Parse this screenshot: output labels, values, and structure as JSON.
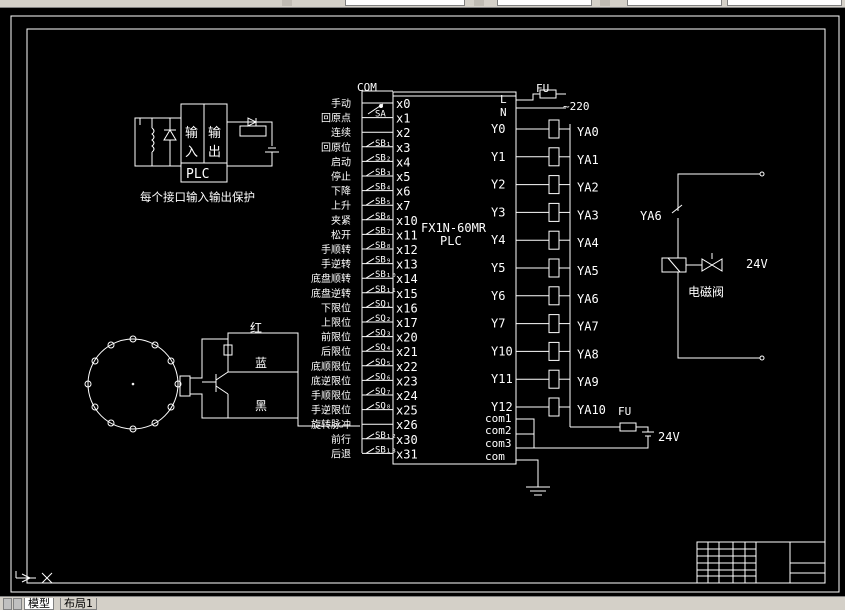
{
  "plc": {
    "model": "FX1N-60MR",
    "name": "PLC",
    "com_top": "COM",
    "fuse_top": "FU",
    "supply_l": "L",
    "supply_n": "N",
    "supply_voltage": "~220"
  },
  "inputs": [
    {
      "label": "手动",
      "contact": "",
      "terminal": "x0"
    },
    {
      "label": "回原点",
      "contact": "SA",
      "terminal": "x1"
    },
    {
      "label": "连续",
      "contact": "",
      "terminal": "x2"
    },
    {
      "label": "回原位",
      "contact": "SB₁",
      "terminal": "x3"
    },
    {
      "label": "启动",
      "contact": "SB₂",
      "terminal": "x4"
    },
    {
      "label": "停止",
      "contact": "SB₃",
      "terminal": "x5"
    },
    {
      "label": "下降",
      "contact": "SB₄",
      "terminal": "x6"
    },
    {
      "label": "上升",
      "contact": "SB₅",
      "terminal": "x7"
    },
    {
      "label": "夹紧",
      "contact": "SB₆",
      "terminal": "x10"
    },
    {
      "label": "松开",
      "contact": "SB₇",
      "terminal": "x11"
    },
    {
      "label": "手顺转",
      "contact": "SB₈",
      "terminal": "x12"
    },
    {
      "label": "手逆转",
      "contact": "SB₉",
      "terminal": "x13"
    },
    {
      "label": "底盘顺转",
      "contact": "SB₁₀",
      "terminal": "x14"
    },
    {
      "label": "底盘逆转",
      "contact": "SB₁₁",
      "terminal": "x15"
    },
    {
      "label": "下限位",
      "contact": "SQ₁",
      "terminal": "x16"
    },
    {
      "label": "上限位",
      "contact": "SQ₂",
      "terminal": "x17"
    },
    {
      "label": "前限位",
      "contact": "SQ₃",
      "terminal": "x20"
    },
    {
      "label": "后限位",
      "contact": "SQ₄",
      "terminal": "x21"
    },
    {
      "label": "底顺限位",
      "contact": "SQ₅",
      "terminal": "x22"
    },
    {
      "label": "底逆限位",
      "contact": "SQ₆",
      "terminal": "x23"
    },
    {
      "label": "手顺限位",
      "contact": "SQ₇",
      "terminal": "x24"
    },
    {
      "label": "手逆限位",
      "contact": "SQ₈",
      "terminal": "x25"
    },
    {
      "label": "旋转脉冲",
      "contact": "",
      "terminal": "x26"
    },
    {
      "label": "前行",
      "contact": "SB₁₂",
      "terminal": "x30"
    },
    {
      "label": "后退",
      "contact": "SB₁₃",
      "terminal": "x31"
    }
  ],
  "outputs": [
    {
      "terminal": "Y0",
      "coil": "YA0"
    },
    {
      "terminal": "Y1",
      "coil": "YA1"
    },
    {
      "terminal": "Y2",
      "coil": "YA2"
    },
    {
      "terminal": "Y3",
      "coil": "YA3"
    },
    {
      "terminal": "Y4",
      "coil": "YA4"
    },
    {
      "terminal": "Y5",
      "coil": "YA5"
    },
    {
      "terminal": "Y6",
      "coil": "YA6"
    },
    {
      "terminal": "Y7",
      "coil": "YA7"
    },
    {
      "terminal": "Y10",
      "coil": "YA8"
    },
    {
      "terminal": "Y11",
      "coil": "YA9"
    },
    {
      "terminal": "Y12",
      "coil": "YA10"
    }
  ],
  "coms": [
    "com1",
    "com2",
    "com3",
    "com"
  ],
  "output_supply": {
    "fuse": "FU",
    "voltage": "24V"
  },
  "protection": {
    "input_label": "输入",
    "output_label": "输出",
    "plc_label": "PLC",
    "caption": "每个接口输入输出保护"
  },
  "sensor": {
    "red": "红",
    "blue": "蓝",
    "black": "黑"
  },
  "valve": {
    "contact": "YA6",
    "label": "电磁阀",
    "voltage": "24V"
  },
  "tabs": {
    "model": "模型",
    "layout1": "布局1"
  },
  "colors": {
    "background": "#000000",
    "line": "#ffffff",
    "window": "#d4d0c8"
  }
}
